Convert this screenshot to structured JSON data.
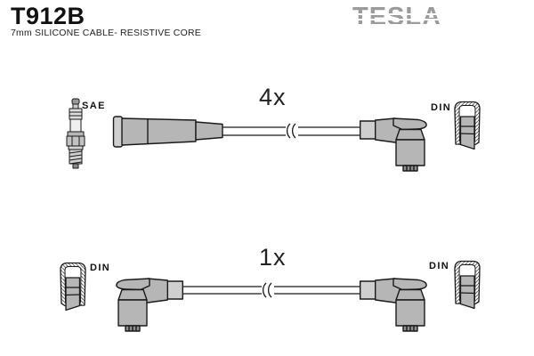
{
  "header": {
    "part_number": "T912B",
    "subtitle": "7mm SILICONE CABLE- RESISTIVE CORE",
    "brand": "TESLA"
  },
  "diagram": {
    "top_assembly": {
      "quantity": "4x",
      "plug_label": "SAE",
      "right_connector_label": "DIN"
    },
    "bottom_assembly": {
      "quantity": "1x",
      "left_connector_label": "DIN",
      "right_connector_label": "DIN"
    }
  },
  "icons": {
    "spark_plug": "spark-plug-icon",
    "straight_boot": "straight-boot-icon",
    "elbow_boot": "elbow-boot-icon",
    "din_cap": "din-connector-cap-icon",
    "cable_break": "cable-break-icon",
    "brand_logo": "tesla-logo"
  },
  "colors": {
    "background": "#ffffff",
    "line": "#1a1a1a",
    "boot_gray": "#b6b6b6",
    "sleeve_gray": "#cfcfcf",
    "dark_gray": "#8e8e8e",
    "brand_gray": "#9b9b9b"
  }
}
